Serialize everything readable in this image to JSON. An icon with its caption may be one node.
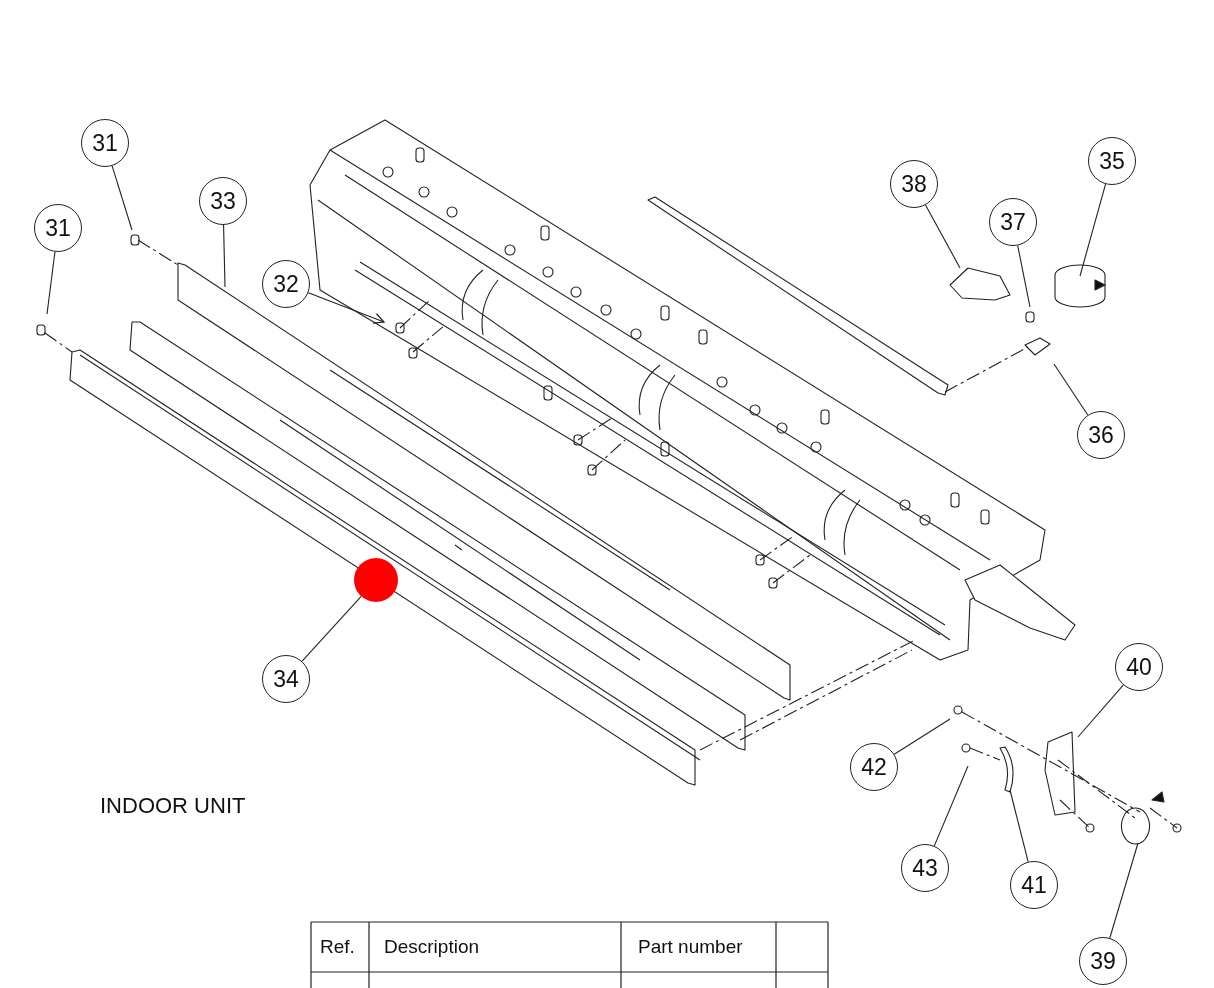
{
  "diagram": {
    "nodes": [
      {
        "text": [
          "31"
        ]
      },
      {
        "text": [
          "33"
        ]
      },
      {
        "text": [
          "31"
        ]
      },
      {
        "text": [
          "32"
        ]
      },
      {
        "text": [
          "38"
        ]
      },
      {
        "text": [
          "37"
        ]
      },
      {
        "text": [
          "35"
        ]
      },
      {
        "text": [
          "36"
        ]
      },
      {
        "text": [],
        "shape": "circle"
      },
      {
        "text": [
          "34"
        ]
      },
      {
        "text": [
          "40"
        ]
      },
      {
        "text": [
          "42"
        ]
      },
      {
        "text": [
          "43"
        ]
      },
      {
        "text": [
          "41"
        ]
      },
      {
        "text": [
          "39"
        ]
      }
    ],
    "edges": [
      {
        "from": 0,
        "to": null,
        "arrow": "none"
      },
      {
        "from": 1,
        "to": null,
        "arrow": "none"
      },
      {
        "from": 2,
        "to": null,
        "arrow": "none"
      },
      {
        "from": 3,
        "to": null,
        "arrow": "to"
      },
      {
        "from": 4,
        "to": null,
        "arrow": "none"
      },
      {
        "from": 5,
        "to": null,
        "arrow": "none"
      },
      {
        "from": 6,
        "to": null,
        "arrow": "none"
      },
      {
        "from": 7,
        "to": null,
        "arrow": "none"
      },
      {
        "from": 9,
        "to": 8,
        "arrow": "none"
      },
      {
        "from": 10,
        "to": null,
        "arrow": "none"
      },
      {
        "from": 11,
        "to": null,
        "arrow": "none"
      },
      {
        "from": 12,
        "to": null,
        "arrow": "none"
      },
      {
        "from": 13,
        "to": null,
        "arrow": "none"
      },
      {
        "from": 14,
        "to": null,
        "arrow": "none"
      }
    ],
    "labels": [
      "INDOOR UNIT",
      "Ref.",
      "Description",
      "Part number"
    ]
  }
}
